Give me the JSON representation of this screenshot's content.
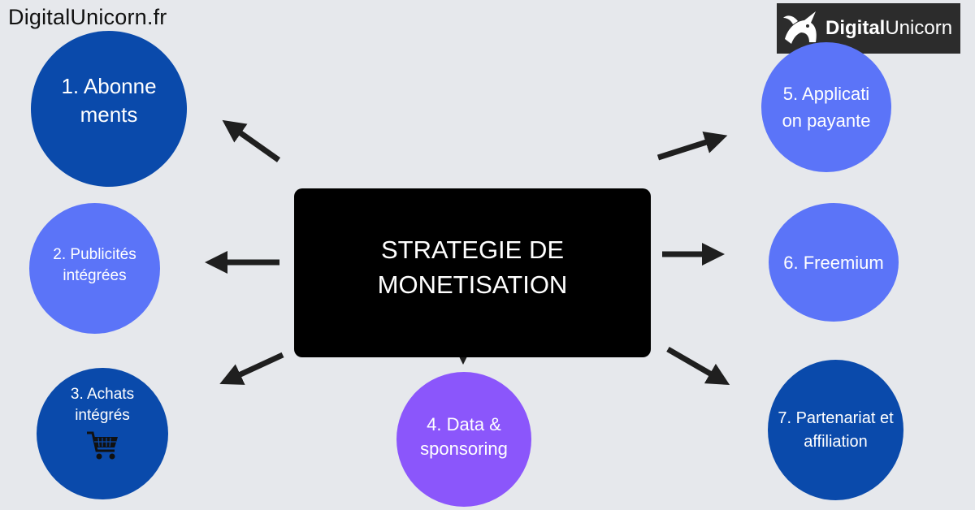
{
  "site_title": "DigitalUnicorn.fr",
  "logo": {
    "bold_part": "Digital",
    "thin_part": "Unicorn"
  },
  "center": {
    "label": "STRATEGIE DE MONETISATION"
  },
  "nodes": [
    {
      "label": "1. Abonnements"
    },
    {
      "label": "2. Publicités intégrées"
    },
    {
      "label": "3. Achats intégrés",
      "icon": "shopping-cart-icon"
    },
    {
      "label": "4. Data & sponsoring"
    },
    {
      "label": "5. Application payante"
    },
    {
      "label": "6. Freemium"
    },
    {
      "label": "7. Partenariat et affiliation"
    }
  ],
  "colors": {
    "background": "#e6e8ec",
    "dark_blue": "#0a4aab",
    "light_blue": "#5b74f8",
    "purple": "#8b56fb",
    "center": "#000000",
    "arrow": "#1f1f1f"
  }
}
